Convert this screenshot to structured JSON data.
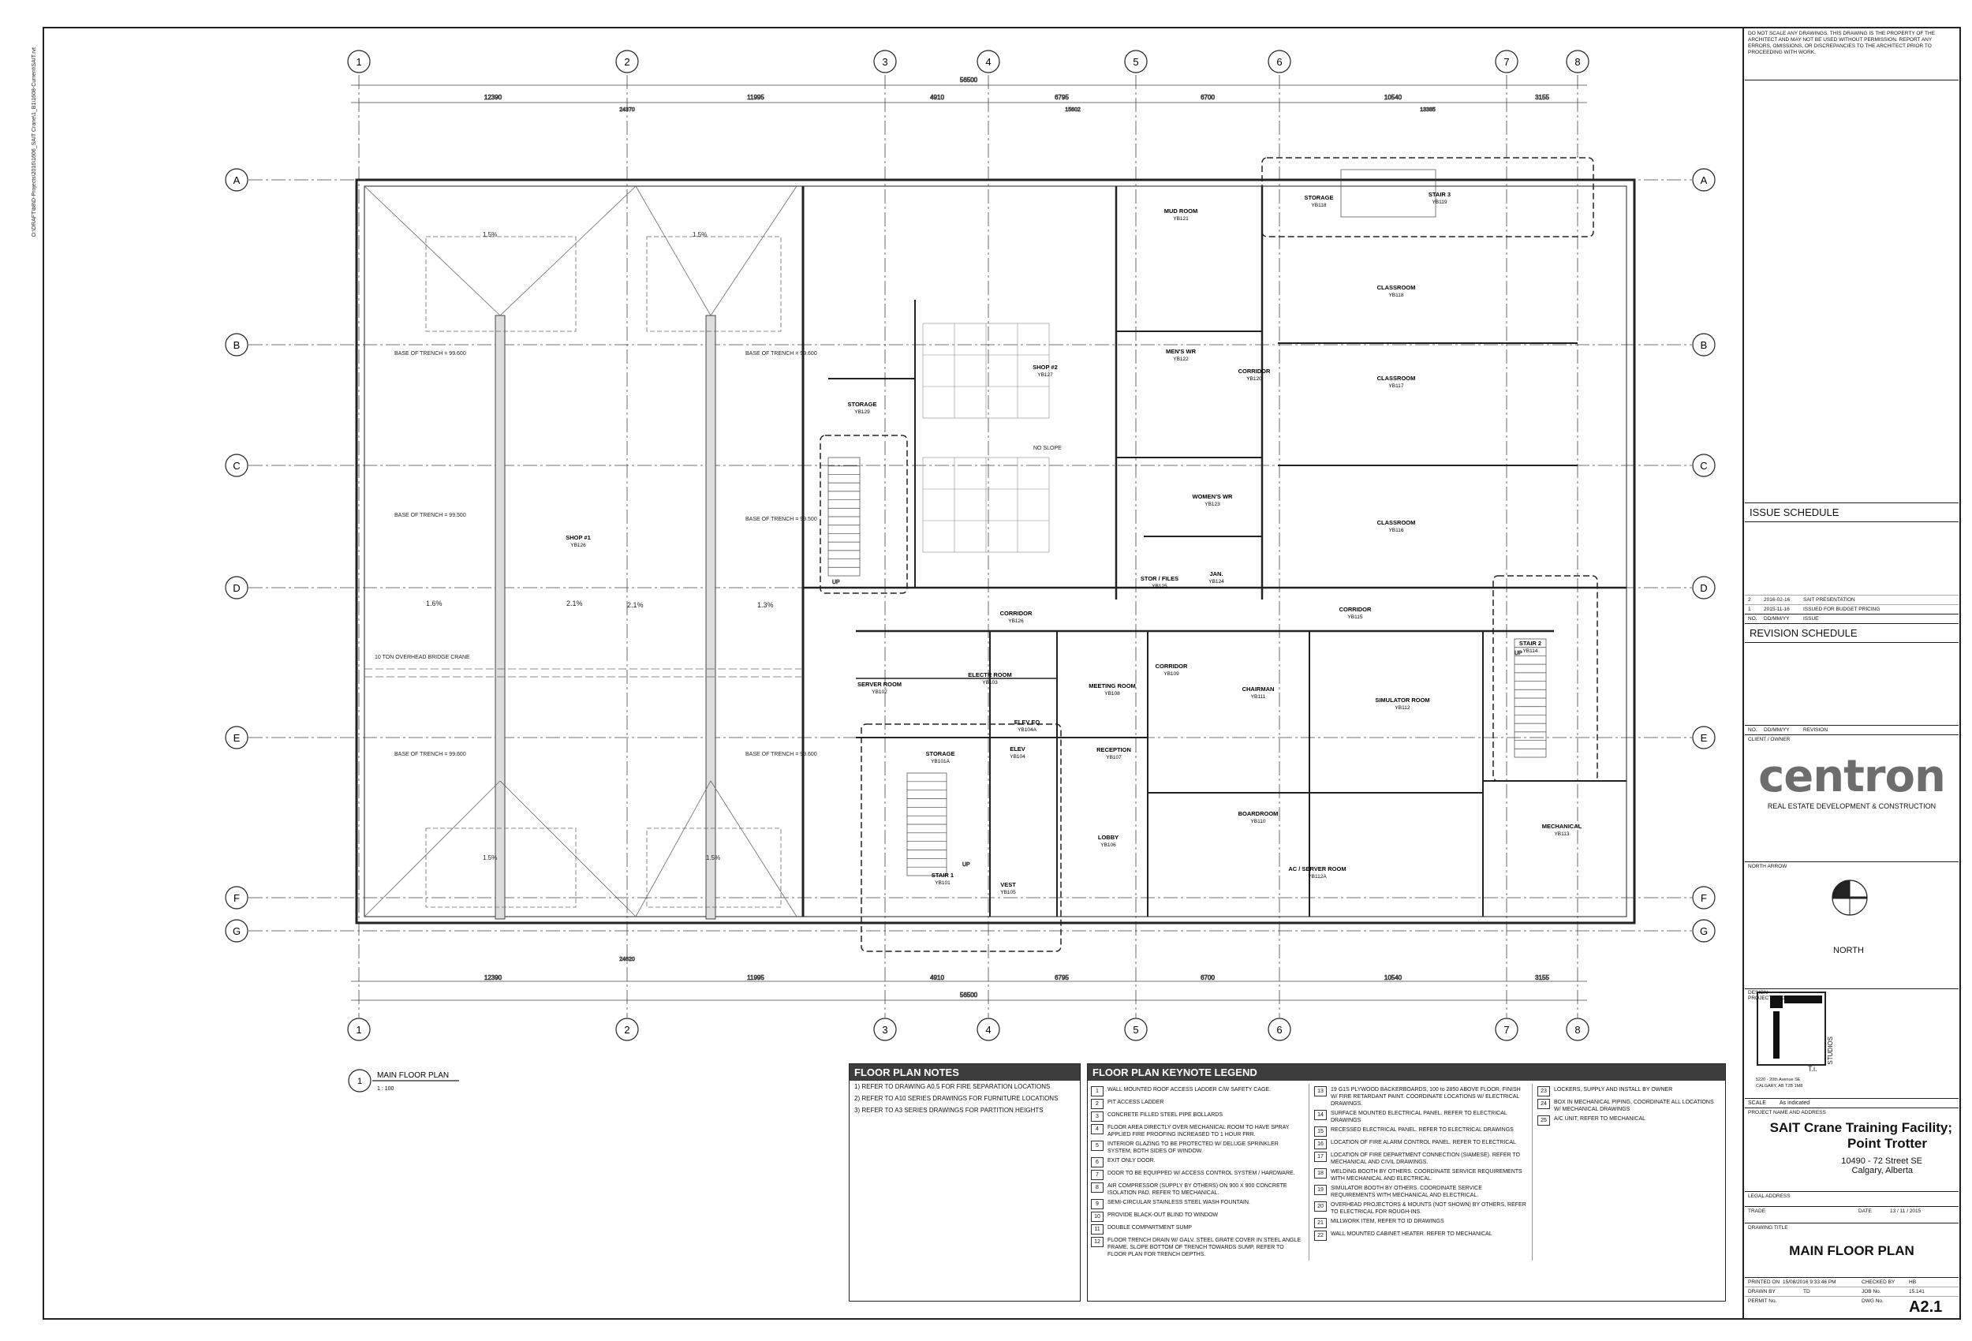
{
  "file_path_text": "O:\\DRAFT\\b8\\D-Projects\\2016\\1606_SAIT Crane\\1_B1\\1608-Current\\SAIT.rvt",
  "grid_columns": [
    "1",
    "2",
    "3",
    "4",
    "5",
    "6",
    "7",
    "8"
  ],
  "grid_rows": [
    "A",
    "B",
    "C",
    "D",
    "E",
    "F",
    "G"
  ],
  "dimensions": {
    "overall": "56500",
    "top_bays": [
      "12390",
      "11995",
      "4910",
      "6795",
      "6700",
      "10540",
      "3155"
    ],
    "subtotal_left": "24370",
    "subtotal_mid": "15602",
    "subtotal_right": "13385",
    "bottom_left": "24620"
  },
  "rooms": [
    {
      "name": "SHOP #1",
      "num": "YB126"
    },
    {
      "name": "SHOP #2",
      "num": "YB127"
    },
    {
      "name": "STORAGE",
      "num": "YB129"
    },
    {
      "name": "MUD ROOM",
      "num": "YB121"
    },
    {
      "name": "MEN'S WR",
      "num": "YB122"
    },
    {
      "name": "CORRIDOR",
      "num": "YB120"
    },
    {
      "name": "WOMEN'S WR",
      "num": "YB123"
    },
    {
      "name": "STOR / FILES",
      "num": "YB125"
    },
    {
      "name": "JAN.",
      "num": "YB124"
    },
    {
      "name": "STORAGE",
      "num": "YB118"
    },
    {
      "name": "STAIR 3",
      "num": "YB119"
    },
    {
      "name": "CLASSROOM",
      "num": "YB118"
    },
    {
      "name": "CLASSROOM",
      "num": "YB117"
    },
    {
      "name": "CLASSROOM",
      "num": "YB116"
    },
    {
      "name": "CORRIDOR",
      "num": "YB126"
    },
    {
      "name": "CORRIDOR",
      "num": "YB115"
    },
    {
      "name": "SERVER ROOM",
      "num": "YB102"
    },
    {
      "name": "ELECTR ROOM",
      "num": "YB103"
    },
    {
      "name": "ELEV EQ",
      "num": "YB104A"
    },
    {
      "name": "MEETING ROOM",
      "num": "YB108"
    },
    {
      "name": "CORRIDOR",
      "num": "YB109"
    },
    {
      "name": "CHAIRMAN",
      "num": "YB111"
    },
    {
      "name": "SIMULATOR ROOM",
      "num": "YB112"
    },
    {
      "name": "STAIR 2",
      "num": "YB114"
    },
    {
      "name": "STORAGE",
      "num": "YB101A"
    },
    {
      "name": "ELEV",
      "num": "YB104"
    },
    {
      "name": "RECEPTION",
      "num": "YB107"
    },
    {
      "name": "BOARDROOM",
      "num": "YB110"
    },
    {
      "name": "MECHANICAL",
      "num": "YB113"
    },
    {
      "name": "LOBBY",
      "num": "YB106"
    },
    {
      "name": "STAIR 1",
      "num": "YB101"
    },
    {
      "name": "VEST",
      "num": "YB105"
    },
    {
      "name": "AC / SERVER ROOM",
      "num": "YB112A"
    }
  ],
  "plan_labels": {
    "base_of_trench_1": "BASE OF TRENCH = 99.600",
    "base_of_trench_2": "BASE OF TRENCH = 99.500",
    "bridge_crane": "10 TON OVERHEAD BRIDGE CRANE",
    "no_slope": "NO SLOPE",
    "slope_15": "1.5%",
    "slope_16": "1.6%",
    "slope_21": "2.1%",
    "slope_13": "1.3%",
    "up": "UP"
  },
  "view_title": {
    "num": "1",
    "title": "MAIN FLOOR PLAN",
    "scale": "1 : 100"
  },
  "floor_plan_notes": {
    "title": "FLOOR PLAN NOTES",
    "items": [
      "1)  REFER TO DRAWING A0.5 FOR FIRE SEPARATION LOCATIONS",
      "2)  REFER TO A10 SERIES DRAWINGS FOR FURNITURE LOCATIONS",
      "3)  REFER TO A3 SERIES DRAWINGS FOR PARTITION HEIGHTS"
    ]
  },
  "keynote_legend": {
    "title": "FLOOR PLAN KEYNOTE LEGEND",
    "col1": [
      {
        "n": "1",
        "t": "WALL MOUNTED ROOF ACCESS LADDER C/W SAFETY CAGE."
      },
      {
        "n": "2",
        "t": "PIT ACCESS LADDER"
      },
      {
        "n": "3",
        "t": "CONCRETE FILLED STEEL PIPE BOLLARDS"
      },
      {
        "n": "4",
        "t": "FLOOR AREA DIRECTLY OVER MECHANICAL ROOM TO HAVE SPRAY APPLIED FIRE PROOFING INCREASED TO 1 HOUR FRR."
      },
      {
        "n": "5",
        "t": "INTERIOR GLAZING TO BE PROTECTED W/ DELUGE SPRINKLER SYSTEM, BOTH SIDES OF WINDOW."
      },
      {
        "n": "6",
        "t": "EXIT ONLY DOOR."
      },
      {
        "n": "7",
        "t": "DOOR TO BE EQUIPPED W/ ACCESS CONTROL SYSTEM / HARDWARE."
      },
      {
        "n": "8",
        "t": "AIR COMPRESSOR (SUPPLY BY OTHERS) ON 900 X 900 CONCRETE ISOLATION PAD. REFER TO MECHANICAL."
      },
      {
        "n": "9",
        "t": "SEMI-CIRCULAR STAINLESS STEEL WASH FOUNTAIN."
      },
      {
        "n": "10",
        "t": "PROVIDE BLACK-OUT BLIND TO WINDOW"
      },
      {
        "n": "11",
        "t": "DOUBLE COMPARTMENT SUMP"
      },
      {
        "n": "12",
        "t": "FLOOR TRENCH DRAIN W/ GALV. STEEL GRATE COVER IN STEEL ANGLE FRAME. SLOPE BOTTOM OF TRENCH TOWARDS SUMP, REFER TO FLOOR PLAN FOR TRENCH DEPTHS."
      }
    ],
    "col2": [
      {
        "n": "13",
        "t": "19 G1S PLYWOOD BACKERBOARDS, 100 to 2850 ABOVE FLOOR, FINISH W/ FIRE RETARDANT PAINT. COORDINATE LOCATIONS W/ ELECTRICAL DRAWINGS."
      },
      {
        "n": "14",
        "t": "SURFACE MOUNTED ELECTRICAL PANEL. REFER TO ELECTRICAL DRAWINGS"
      },
      {
        "n": "15",
        "t": "RECESSED ELECTRICAL PANEL. REFER TO ELECTRICAL DRAWINGS"
      },
      {
        "n": "16",
        "t": "LOCATION OF FIRE ALARM CONTROL PANEL. REFER TO ELECTRICAL"
      },
      {
        "n": "17",
        "t": "LOCATION OF FIRE DEPARTMENT CONNECTION (SIAMESE). REFER TO MECHANICAL AND CIVIL DRAWINGS."
      },
      {
        "n": "18",
        "t": "WELDING BOOTH BY OTHERS. COORDINATE SERVICE REQUIREMENTS WITH MECHANICAL AND ELECTRICAL."
      },
      {
        "n": "19",
        "t": "SIMULATOR BOOTH BY OTHERS. COORDINATE SERVICE REQUIREMENTS WITH MECHANICAL AND ELECTRICAL."
      },
      {
        "n": "20",
        "t": "OVERHEAD PROJECTORS & MOUNTS (NOT SHOWN) BY OTHERS, REFER TO ELECTRICAL FOR ROUGH-INS."
      },
      {
        "n": "21",
        "t": "MILLWORK ITEM, REFER TO ID DRAWINGS"
      },
      {
        "n": "22",
        "t": "WALL MOUNTED CABINET HEATER. REFER TO MECHANICAL"
      }
    ],
    "col3": [
      {
        "n": "23",
        "t": "LOCKERS, SUPPLY AND INSTALL BY OWNER"
      },
      {
        "n": "24",
        "t": "BOX IN MECHANICAL PIPING, COORDINATE ALL LOCATIONS W/ MECHANICAL DRAWINGS"
      },
      {
        "n": "25",
        "t": "A/C UNIT, REFER TO MECHANICAL"
      }
    ]
  },
  "title_block": {
    "disclaimer": "DO NOT SCALE ANY DRAWINGS. THIS DRAWING IS THE PROPERTY OF THE ARCHITECT AND MAY NOT BE USED WITHOUT PERMISSION. REPORT ANY ERRORS, OMISSIONS, OR DISCREPANCIES TO THE ARCHITECT PRIOR TO PROCEEDING WITH WORK.",
    "issue_schedule_title": "ISSUE SCHEDULE",
    "issue_rows": [
      {
        "no": "2",
        "date": "2016-02-16",
        "issue": "SAIT PRESENTATION"
      },
      {
        "no": "1",
        "date": "2015-11-16",
        "issue": "ISSUED FOR BUDGET PRICING"
      }
    ],
    "issue_header": {
      "no": "NO.",
      "date": "DD/MM/YY",
      "issue": "ISSUE"
    },
    "revision_schedule_title": "REVISION SCHEDULE",
    "revision_header": {
      "no": "NO.",
      "date": "DD/MM/YY",
      "rev": "REVISION"
    },
    "client_label": "CLIENT / OWNER",
    "client_logo": "centron",
    "client_tagline": "REAL ESTATE DEVELOPMENT & CONSTRUCTION",
    "north_arrow_label": "NORTH ARROW",
    "north": "NORTH",
    "design_label": "DESIGN",
    "coordination_label": "PROJECT COORDINATION:",
    "ti_studio": "T.i.",
    "studios": "STUDIOS",
    "studio_address_1": "5220 - 20th Avenue SE",
    "studio_address_2": "CALGARY, AB  T2B 1M8",
    "scale_label": "SCALE",
    "scale_value": "As indicated",
    "project_label": "PROJECT NAME AND ADDRESS",
    "project_name_1": "SAIT Crane Training Facility;",
    "project_name_2": "Point Trotter",
    "project_address_1": "10490 - 72 Street SE",
    "project_address_2": "Calgary, Alberta",
    "legal_label": "LEGAL ADDRESS",
    "trade_label": "TRADE",
    "date_label": "DATE",
    "date_value": "13 / 11 / 2015",
    "drawing_title_label": "DRAWING TITLE",
    "drawing_title": "MAIN FLOOR PLAN",
    "printed_label": "PRINTED ON",
    "printed_value": "15/08/2016 9:33:46 PM",
    "checked_label": "CHECKED BY",
    "checked_value": "HB",
    "drawn_label": "DRAWN BY",
    "drawn_value": "TD",
    "job_label": "JOB No.",
    "job_value": "15.141",
    "permit_label": "PERMIT No.",
    "dwg_label": "DWG No.",
    "dwg_value": "A2.1"
  }
}
